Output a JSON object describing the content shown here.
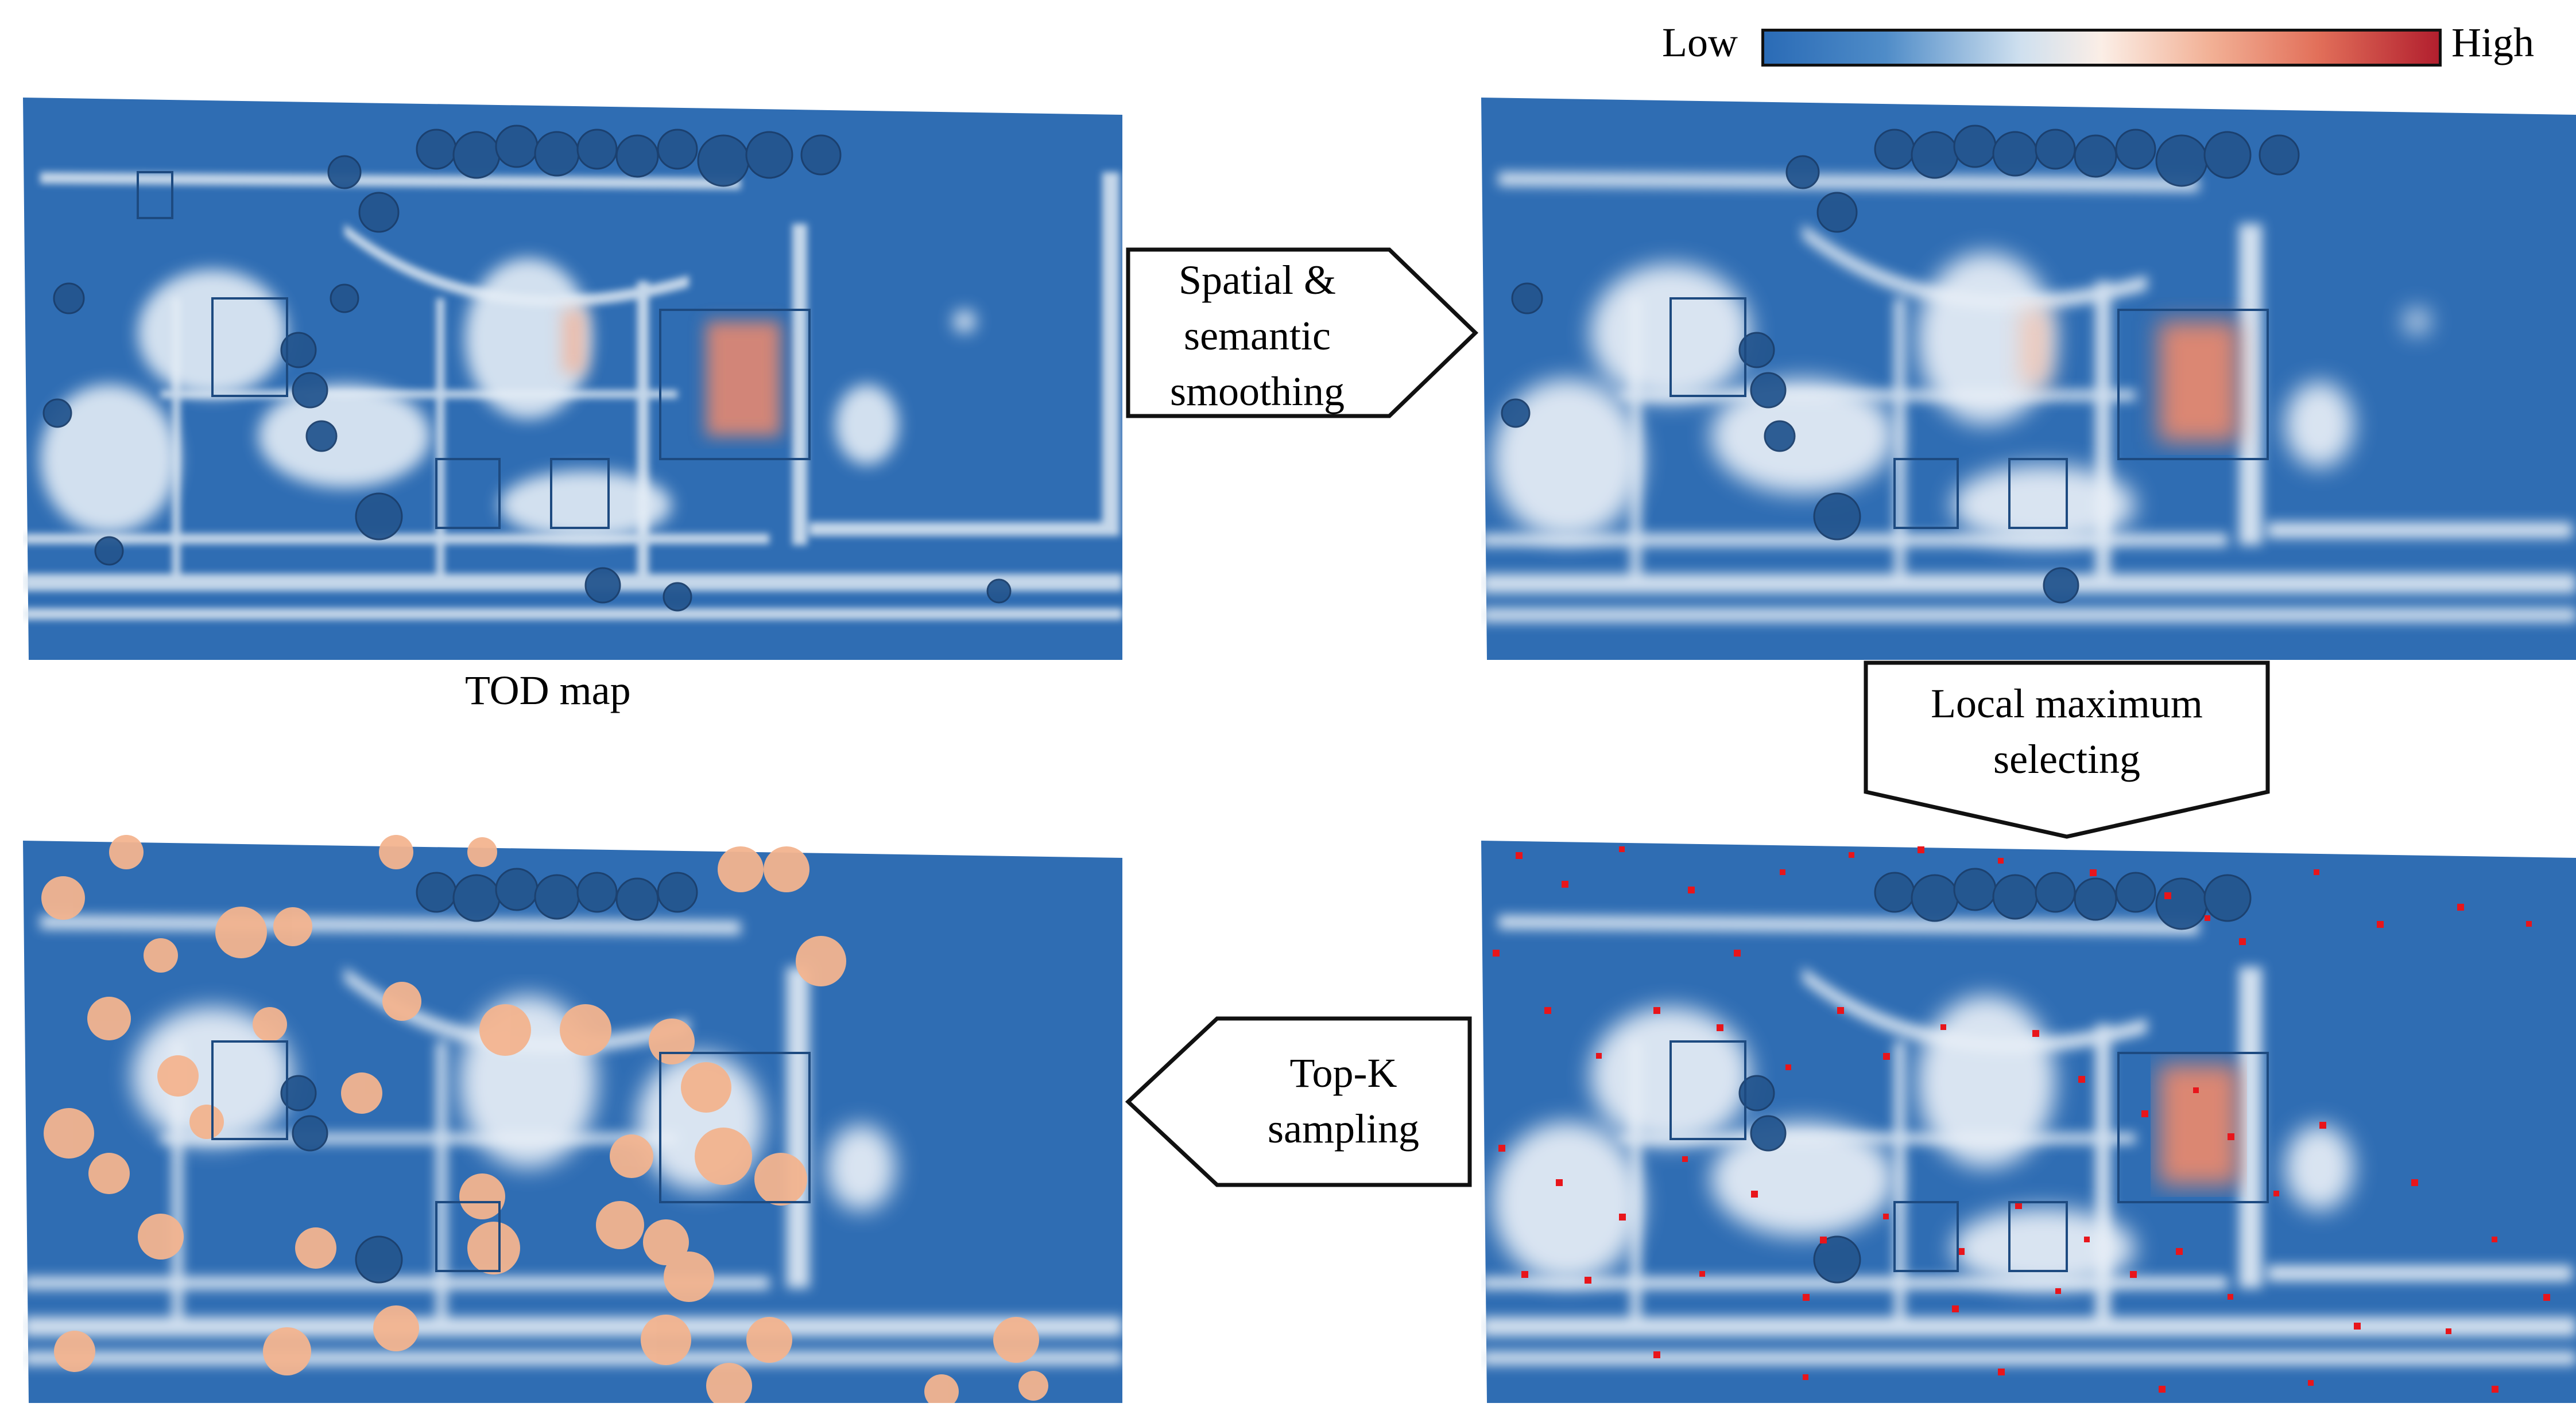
{
  "colorbar": {
    "low_label": "Low",
    "high_label": "High",
    "colors": [
      "#2a6bb6",
      "#4f8cc8",
      "#cfe0ef",
      "#fbeee6",
      "#f2b196",
      "#e2705a",
      "#b21f2e"
    ]
  },
  "panels": {
    "tod_map": {
      "caption": "TOD map"
    },
    "smoothed": {
      "caption": ""
    },
    "local_max": {
      "caption": ""
    },
    "topk": {
      "caption": ""
    }
  },
  "arrows": {
    "smoothing": {
      "line1": "Spatial &",
      "line2": "semantic",
      "line3": "smoothing"
    },
    "local_max": {
      "line1": "Local maximum",
      "line2": "selecting"
    },
    "topk": {
      "line1": "Top-K",
      "line2": "sampling"
    }
  },
  "colors": {
    "map_base": "#2f6db3",
    "map_light": "#dfe9f3",
    "hot": "#ee8a6c",
    "peak_marker": "#e8151b",
    "sample_disc": "#f3b48f",
    "tree": "#24568f"
  }
}
